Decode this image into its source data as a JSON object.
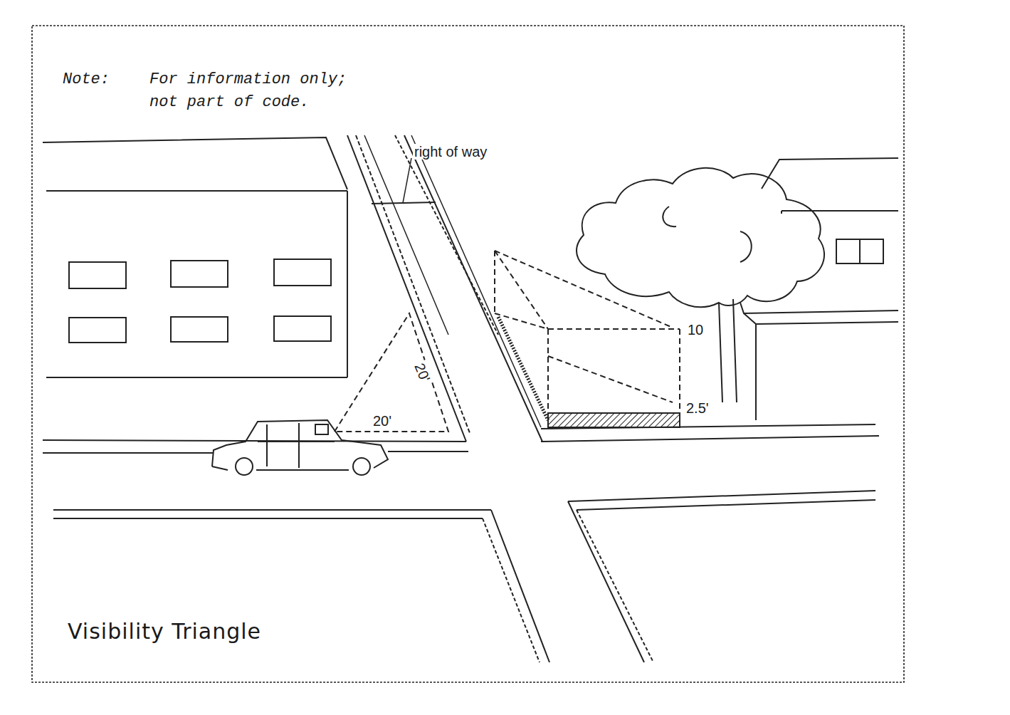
{
  "diagram": {
    "caption": "Visibility Triangle",
    "labels": [
      "Note:",
      "For information only; not part of code.",
      "right of way",
      "20'",
      "20'",
      "10",
      "2.5'"
    ]
  }
}
